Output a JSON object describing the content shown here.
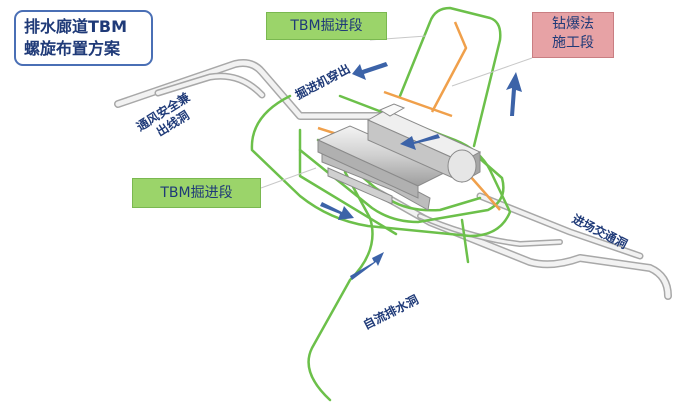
{
  "title": {
    "line1": "排水廊道TBM",
    "line2": "螺旋布置方案"
  },
  "callouts": {
    "tbm_top": "TBM掘进段",
    "drill_blast_line1": "钻爆法",
    "drill_blast_line2": "施工段",
    "tbm_left": "TBM掘进段"
  },
  "labels": {
    "vent_line1": "通风安全兼",
    "vent_line2": "出线洞",
    "tbm_exit": "掘进机穿出",
    "access_tunnel": "进场交通洞",
    "drainage_tunnel": "自流排水洞"
  },
  "colors": {
    "tunnel_green": "#6cc04a",
    "drill_blast_orange": "#f0a04b",
    "arrow_blue": "#3c63a8",
    "callout_green": "#9bd46a",
    "callout_pink": "#e7a2a5",
    "text_navy": "#1f3a78",
    "tunnel_gray": "#d9d9d9"
  }
}
